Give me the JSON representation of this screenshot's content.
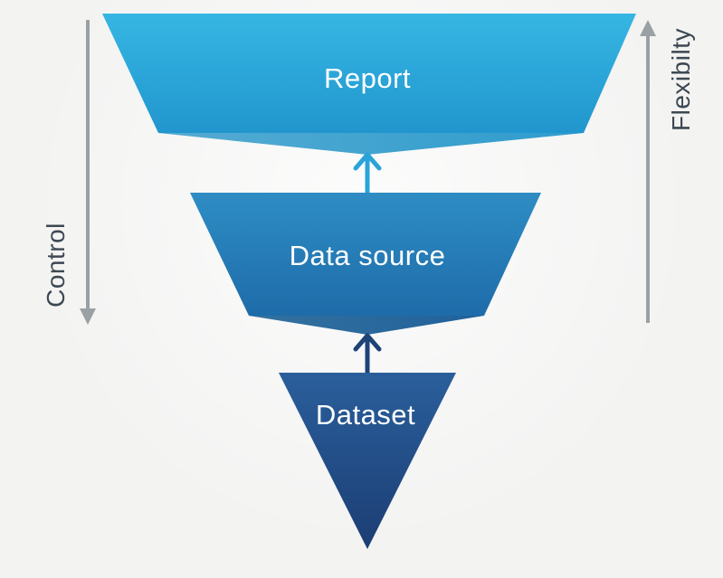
{
  "diagram": {
    "type": "funnel",
    "background_color": "#f3f3f2",
    "levels": [
      {
        "id": "report",
        "label": "Report",
        "color_top": "#36b6e3",
        "color_bottom": "#2196ce",
        "fold_left": "#55abd2",
        "fold_right": "#2f9ccd",
        "text_color": "#ffffff"
      },
      {
        "id": "data-source",
        "label": "Data source",
        "color_top": "#2e8dc4",
        "color_bottom": "#1e6ca9",
        "fold_left": "#33719f",
        "fold_right": "#21619b",
        "text_color": "#ffffff"
      },
      {
        "id": "dataset",
        "label": "Dataset",
        "color_top": "#2a5f9b",
        "color_bottom": "#1c3d74",
        "text_color": "#ffffff"
      }
    ],
    "connectors": [
      {
        "id": "datasource-to-report",
        "from": "Data source",
        "to": "Report",
        "color": "#2aa4d8"
      },
      {
        "id": "dataset-to-datasource",
        "from": "Dataset",
        "to": "Data source",
        "color": "#1d4377"
      }
    ],
    "axes": {
      "left": {
        "label": "Control",
        "direction": "down"
      },
      "right": {
        "label": "Flexibilty",
        "direction": "up"
      },
      "line_color": "#9aa0a4",
      "label_color": "#3d4852"
    }
  }
}
